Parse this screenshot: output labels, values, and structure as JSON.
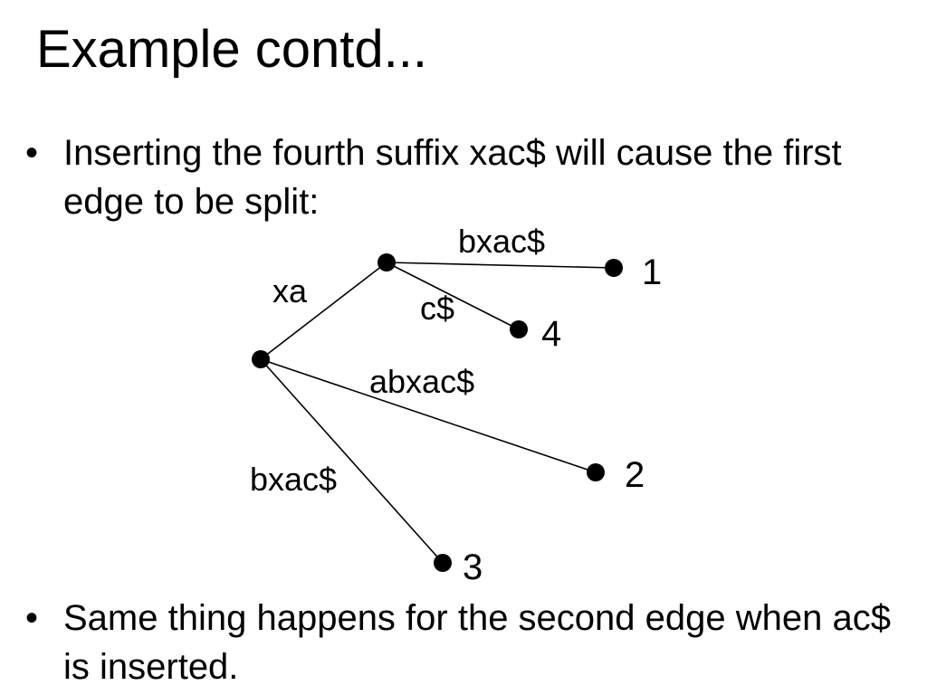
{
  "slide": {
    "title": "Example contd...",
    "bullets": [
      {
        "marker": "•",
        "text": "Inserting the fourth suffix xac$ will cause the first edge to be split:"
      },
      {
        "marker": "•",
        "text": "Same thing happens for the second edge when ac$ is inserted."
      }
    ]
  },
  "diagram": {
    "edges": [
      {
        "id": "root-inner",
        "label": "xa"
      },
      {
        "id": "inner-leaf1",
        "label": "bxac$"
      },
      {
        "id": "inner-leaf4",
        "label": "c$"
      },
      {
        "id": "root-leaf2",
        "label": "abxac$"
      },
      {
        "id": "root-leaf3",
        "label": "bxac$"
      }
    ],
    "leaves": [
      {
        "id": "leaf-1",
        "label": "1"
      },
      {
        "id": "leaf-4",
        "label": "4"
      },
      {
        "id": "leaf-2",
        "label": "2"
      },
      {
        "id": "leaf-3",
        "label": "3"
      }
    ]
  }
}
